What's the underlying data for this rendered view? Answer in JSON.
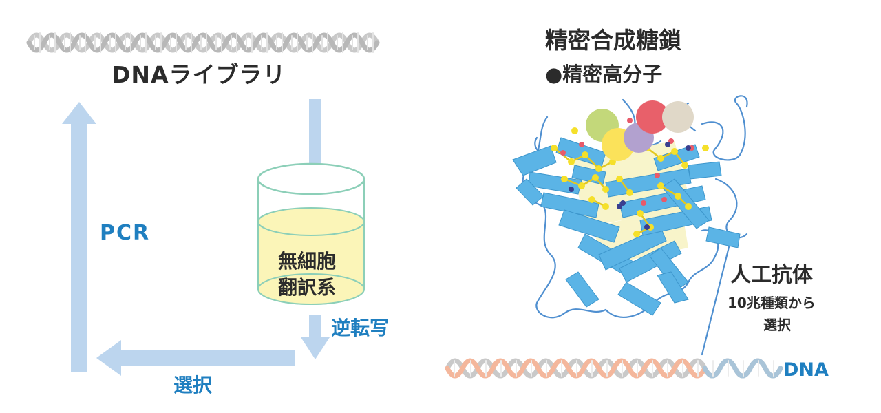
{
  "left": {
    "library_label": "DNAライブラリ",
    "pcr_label": "PCR",
    "cell_free_line1": "無細胞",
    "cell_free_line2": "翻訳系",
    "reverse_transcription_label": "逆転写",
    "selection_label": "選択"
  },
  "right": {
    "glycan_title": "精密合成糖鎖",
    "polymer_label": "●精密高分子",
    "antibody_label": "人工抗体",
    "antibody_sub_line1": "10兆種類から",
    "antibody_sub_line2": "選択",
    "dna_label": "DNA"
  },
  "colors": {
    "arrow": "#bcd5ee",
    "dark_text": "#2b2b2b",
    "blue_text": "#1f7fc0",
    "helix_gray": "#c9c9c9",
    "helix_orange": "#f4b79c",
    "beaker_outline": "#8ccfb8",
    "beaker_liquid": "#fbf5b8",
    "protein_ribbon": "#5bb4e6",
    "ball_green": "#c3d87a",
    "ball_yellow": "#fbe25a",
    "ball_purple": "#b2a1cf",
    "ball_red": "#e8606a",
    "ball_beige": "#e0d8c8"
  }
}
